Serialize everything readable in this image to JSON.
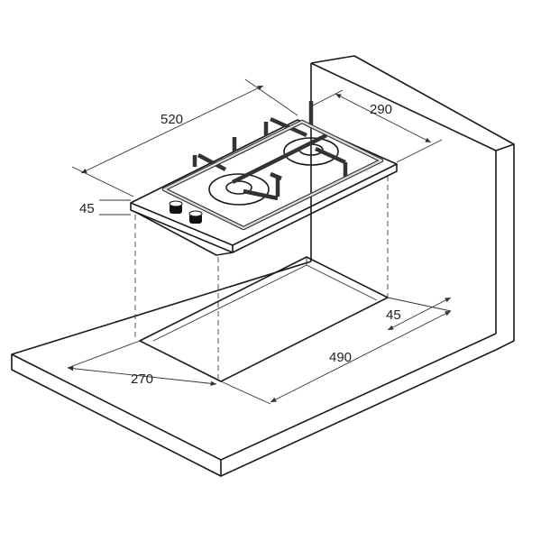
{
  "dimensions": {
    "hob_width": "520",
    "hob_depth": "290",
    "hob_height": "45",
    "cutout_margin": "45",
    "cutout_width": "490",
    "cutout_depth": "270"
  },
  "colors": {
    "line": "#1a1a1a",
    "background": "#ffffff"
  }
}
